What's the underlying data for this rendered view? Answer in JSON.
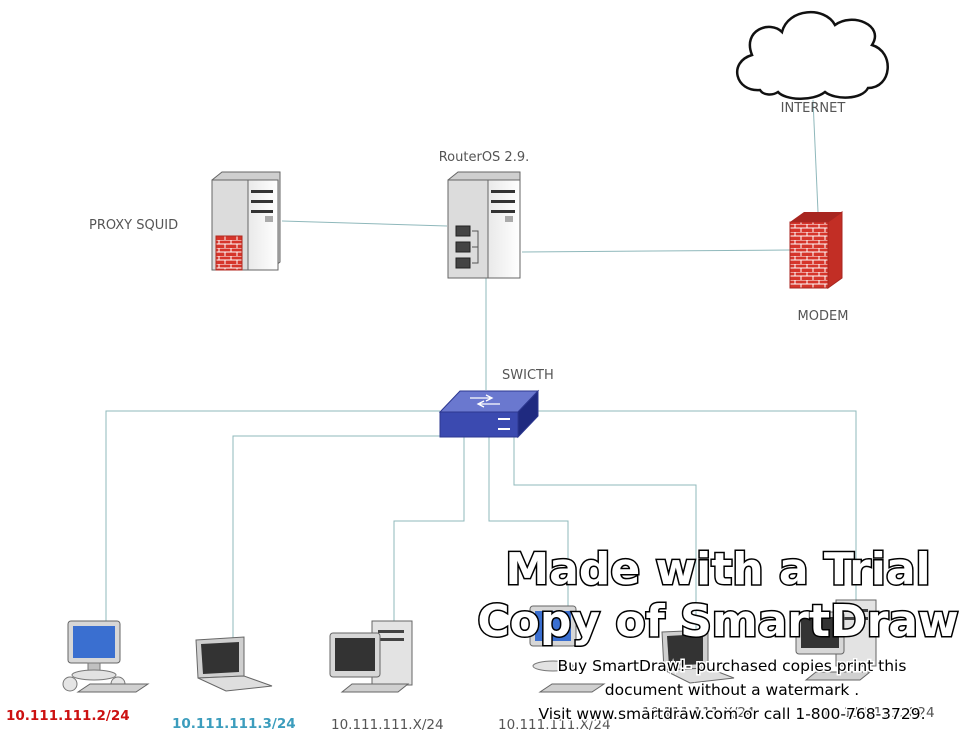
{
  "labels": {
    "internet": "INTERNET",
    "router": "RouterOS 2.9.",
    "proxy": "PROXY SQUID",
    "modem": "MODEM",
    "switch": "SWICTH"
  },
  "hosts": [
    {
      "ip": "10.111.111.2/24",
      "color": "#cc1111",
      "bold": true
    },
    {
      "ip": "10.111.111.3/24",
      "color": "#3c9dbd",
      "bold": true
    },
    {
      "ip": "10.111.111.X/24",
      "color": "#555555",
      "bold": false
    },
    {
      "ip": "10.111.111.X/24",
      "color": "#555555",
      "bold": false
    },
    {
      "ip": "10.111.111.X/24",
      "color": "#555555",
      "bold": false
    },
    {
      "ip": "10.111.111.X/24",
      "color": "#555555",
      "bold": false
    }
  ],
  "watermark": {
    "line1": "Made with a Trial",
    "line2": "Copy of SmartDraw",
    "line3": "Buy SmartDraw!- purchased copies print this",
    "line4": "document without a watermark .",
    "line5": "Visit www.smartdraw.com or call 1-800-768-3729."
  },
  "colors": {
    "link": "#8fb8bb",
    "firewall": "#d6352b",
    "switch": "#3b4ab0",
    "screen_blue": "#3a6fd0"
  }
}
